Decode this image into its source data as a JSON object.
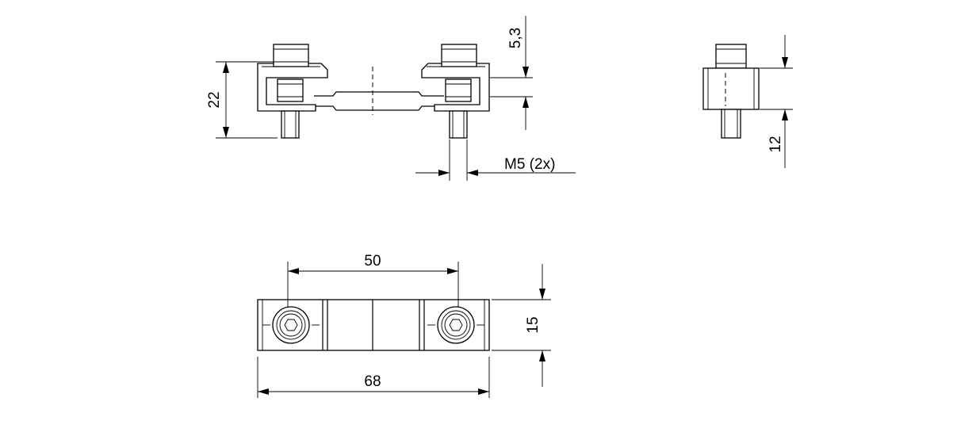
{
  "dimensions": {
    "d22": "22",
    "d53": "5,3",
    "m5": "M5 (2x)",
    "d12": "12",
    "d50": "50",
    "d68": "68",
    "d15": "15"
  }
}
